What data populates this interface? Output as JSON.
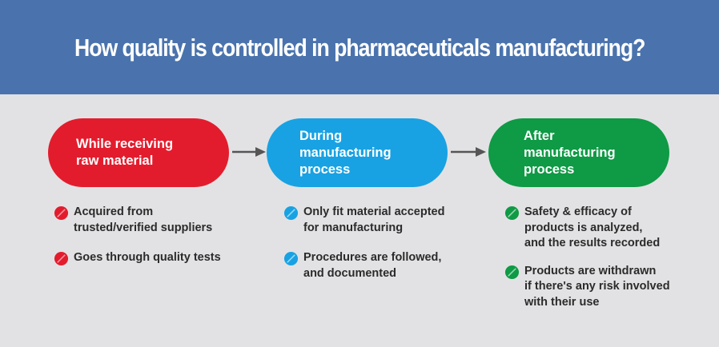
{
  "title": "How quality is controlled in pharmaceuticals manufacturing?",
  "colors": {
    "header": "#4a73ad",
    "background": "#e2e2e4",
    "stage_red": "#e31c2d",
    "stage_blue": "#18a2e3",
    "stage_green": "#0f9a45",
    "arrow": "#555555",
    "text": "#2b2b2b"
  },
  "stages": [
    {
      "label": "While receiving\nraw material",
      "color": "#e31c2d",
      "icon": "red-pill-icon",
      "bullets": [
        "Acquired from\ntrusted/verified suppliers",
        "Goes through quality tests"
      ]
    },
    {
      "label": "During\nmanufacturing\nprocess",
      "color": "#18a2e3",
      "icon": "blue-pill-icon",
      "bullets": [
        "Only fit material accepted\nfor manufacturing",
        "Procedures are followed,\nand documented"
      ]
    },
    {
      "label": "After\nmanufacturing\nprocess",
      "color": "#0f9a45",
      "icon": "green-pill-icon",
      "bullets": [
        "Safety & efficacy of\nproducts is analyzed,\nand the results recorded",
        "Products are withdrawn\nif there's any risk involved\nwith their use"
      ]
    }
  ]
}
